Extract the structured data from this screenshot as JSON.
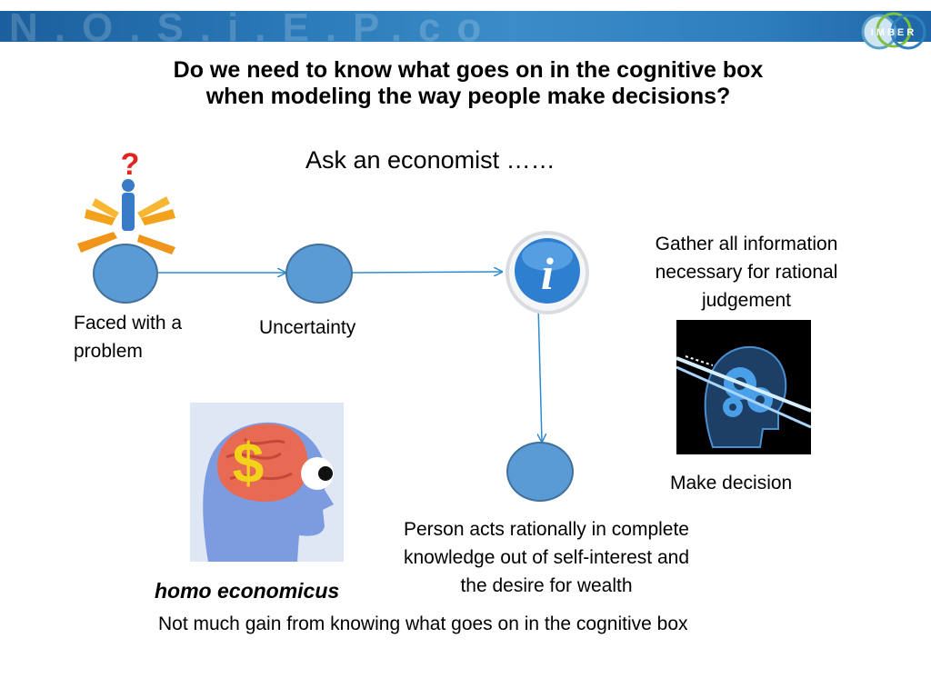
{
  "logo_text": "IMBER",
  "title": {
    "line1": "Do we need to know what goes on in the cognitive box",
    "line2": "when modeling the way people make decisions?"
  },
  "subtitle": "Ask an economist ……",
  "labels": {
    "faced_line1": "Faced with a",
    "faced_line2": "problem",
    "uncertainty": "Uncertainty",
    "gather_line1": "Gather all information",
    "gather_line2": "necessary for rational",
    "gather_line3": "judgement",
    "make_decision": "Make decision",
    "person_line1": "Person acts rationally in complete",
    "person_line2": "knowledge out of self-interest and",
    "person_line3": "the desire for wealth",
    "homo": "homo economicus",
    "conclusion": "Not much gain from knowing what goes on in the cognitive box"
  },
  "info_glyph": "i",
  "question_glyph": "?",
  "dollar_glyph": "$",
  "colors": {
    "node_fill": "#5b9bd5",
    "node_stroke": "#41719c",
    "arrow": "#2e8bd0",
    "banner": "#2a78b8"
  }
}
